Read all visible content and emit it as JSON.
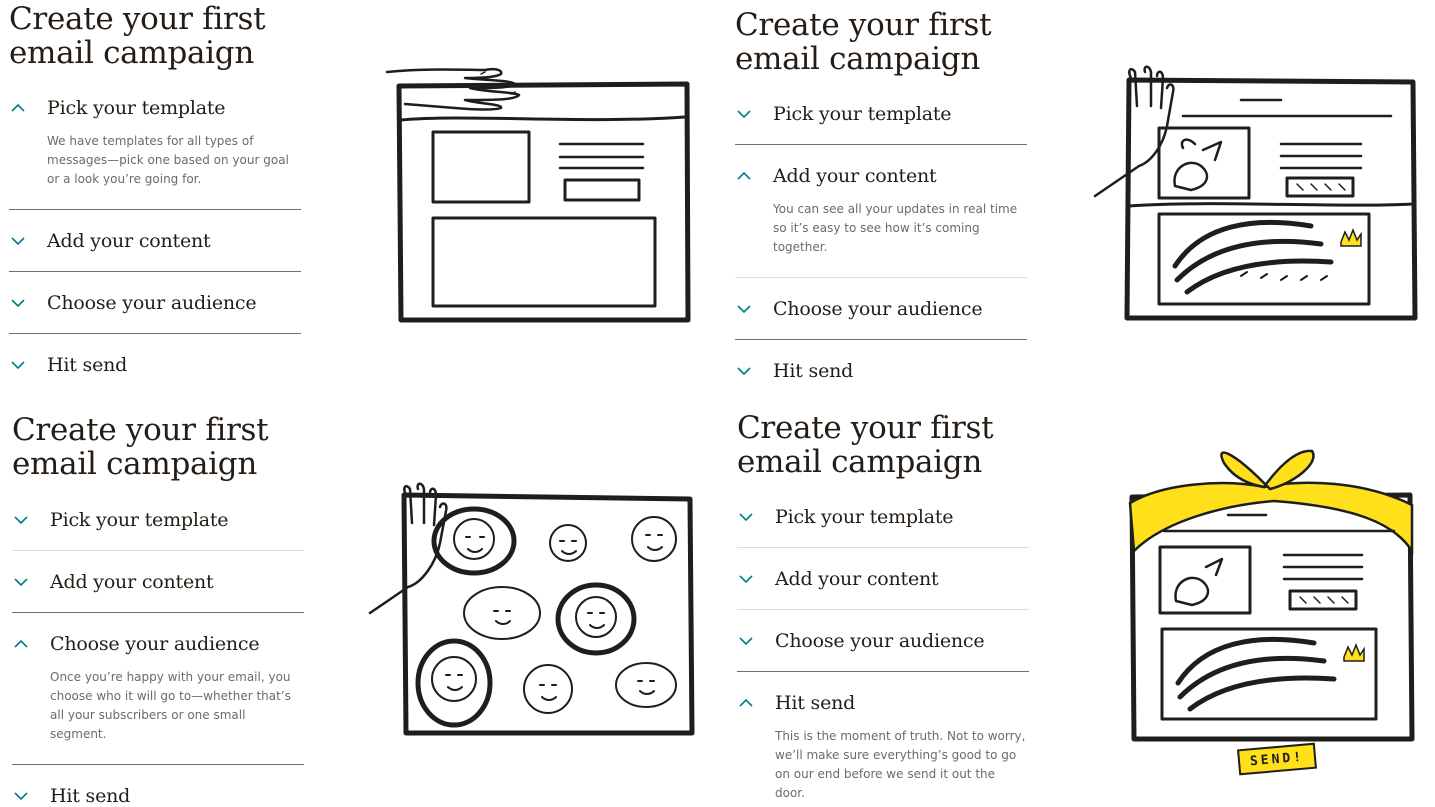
{
  "panels": [
    {
      "heading": "Create your first\nemail campaign",
      "steps": [
        {
          "label": "Pick your template",
          "open": true,
          "body": "We have templates for all types of messages—pick one based on your goal or a look you’re going for."
        },
        {
          "label": "Add your content",
          "open": false
        },
        {
          "label": "Choose your audience",
          "open": false
        },
        {
          "label": "Hit send",
          "open": false
        }
      ]
    },
    {
      "heading": "Create your first\nemail campaign",
      "steps": [
        {
          "label": "Pick your template",
          "open": false
        },
        {
          "label": "Add your content",
          "open": true,
          "body": "You can see all your updates in real time so it’s easy to see how it’s coming together."
        },
        {
          "label": "Choose your audience",
          "open": false
        },
        {
          "label": "Hit send",
          "open": false
        }
      ]
    },
    {
      "heading": "Create your first\nemail campaign",
      "steps": [
        {
          "label": "Pick your template",
          "open": false
        },
        {
          "label": "Add your content",
          "open": false
        },
        {
          "label": "Choose your audience",
          "open": true,
          "body": "Once you’re happy with your email, you choose who it will go to—whether that’s all your subscribers or one small segment."
        },
        {
          "label": "Hit send",
          "open": false
        }
      ]
    },
    {
      "heading": "Create your first\nemail campaign",
      "steps": [
        {
          "label": "Pick your template",
          "open": false
        },
        {
          "label": "Add your content",
          "open": false
        },
        {
          "label": "Choose your audience",
          "open": false
        },
        {
          "label": "Hit send",
          "open": true,
          "body": "This is the moment of truth. Not to worry, we’ll make sure everything’s good to go on our end before we send it out the door."
        }
      ]
    }
  ],
  "send_badge": "SEND!",
  "colors": {
    "accent": "#007c89",
    "ribbon": "#ffe01b",
    "ink": "#1e1e1e"
  },
  "icons": {
    "expanded": "chevron-up-icon",
    "collapsed": "chevron-down-icon"
  }
}
